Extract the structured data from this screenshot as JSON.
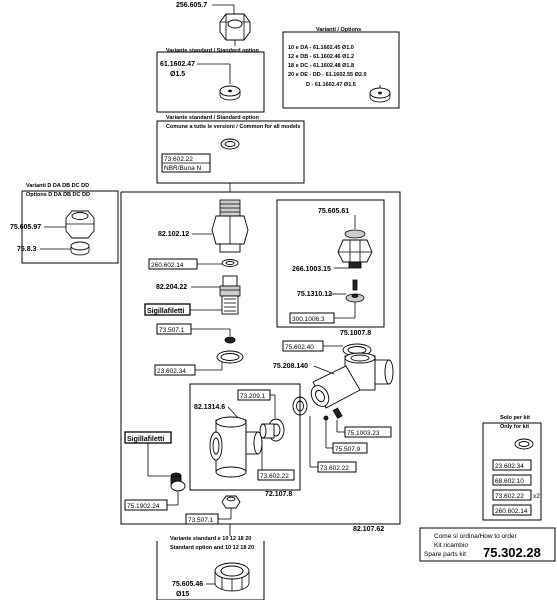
{
  "labels": {
    "top_nut": "256.605.7",
    "std_option_cap": "Variante standard / Standard option",
    "std_option_code": "61.1602.47",
    "std_option_dia": "Ø1.5",
    "options_title": "Varianti / Options",
    "options_rows": [
      "10 e DA - 61.1602.45 Ø1.0",
      "12 e DB - 61.1602.46 Ø1.2",
      "18 e DC - 61.1602.48 Ø1.8",
      "20 e DE - DD - 61.1602.55 Ø2.0",
      "D - 61.1602.47 Ø1.5"
    ],
    "common_title1": "Variante standard / Standard option",
    "common_title2": "Comune a tutte le versioni / Common for all models",
    "seal_code": "73.602.22",
    "seal_material": "NBR/Buna N",
    "left_title1": "Varianti D DA DB DC DD",
    "left_title2": "Options D DA DB DC DD",
    "left_nut": "75.605.97",
    "left_ring": "75.8.3",
    "fitting": "82.102.12",
    "washer": "260.602.14",
    "valve": "82.204.22",
    "sealant": "Sigillafiletti",
    "oring1": "73.507.1",
    "oring2": "23.602.34",
    "vkit": "75.605.61",
    "vkit_nut": "266.1003.15",
    "vkit_stem": "75.1310.12",
    "vkit_disc": "300.1006.3",
    "vkit_total": "75.1007.8",
    "pv_ring": "75.602.40",
    "body": "75.208.140",
    "sub_body": "82.1314.6",
    "sub_oring": "73.209.1",
    "sub_seal": "73.602.22",
    "spring": "75.1003.23",
    "screw": "75.507.9",
    "seal3": "73.602.22",
    "sealant2": "Sigillafiletti",
    "plug": "75.1902.24",
    "oring3": "73.507.1",
    "sub_total": "72.107.8",
    "main_total": "82.107.62",
    "bottom_title1": "Variante standard e 10 12 18 20",
    "bottom_title2": "Standard option and 10 12 18 20",
    "bottom_nut": "75.605.46",
    "bottom_dia": "Ø15",
    "kit_title1": "Solo per kit",
    "kit_title2": "Only for kit",
    "kit_items": [
      "23.602.34",
      "68.602.10",
      "73.602.22",
      "260.602.14"
    ],
    "kit_x2": "x2",
    "order_line1": "Come si ordina/How to order",
    "order_line2": "Kit ricambio",
    "order_line3": "Spare parts kit",
    "order_code": "75.302.28"
  }
}
